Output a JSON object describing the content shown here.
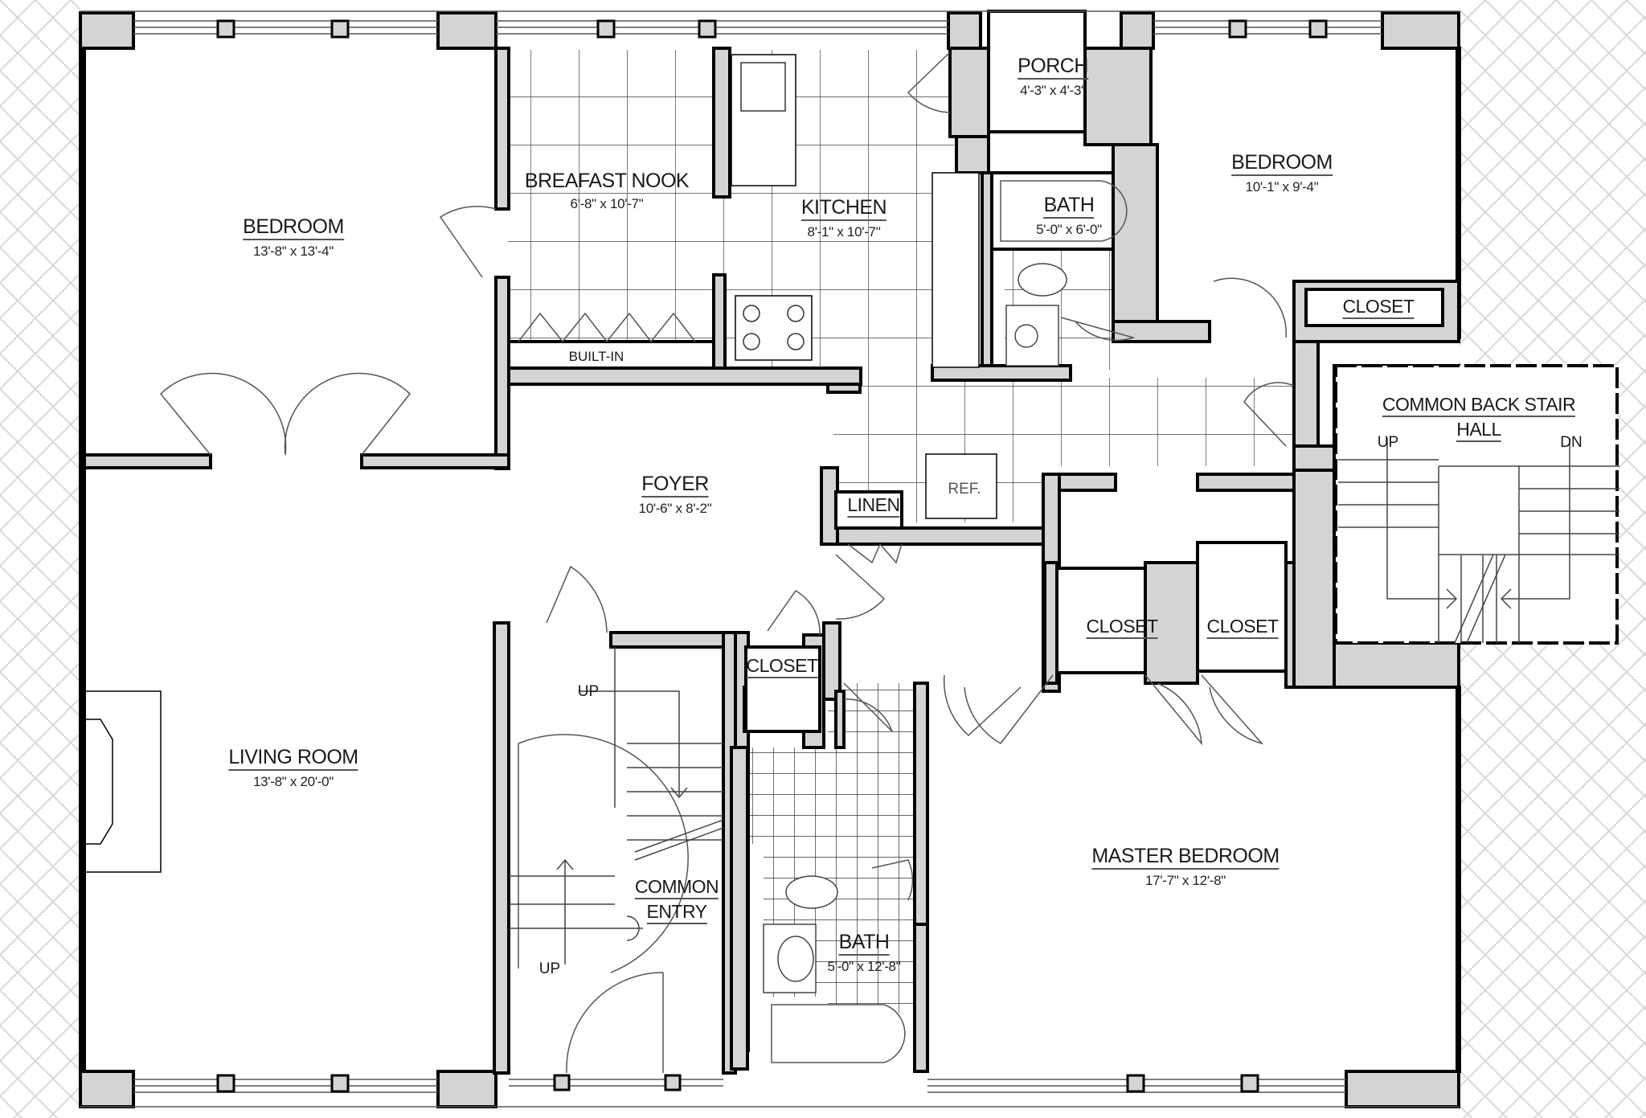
{
  "plan": {
    "colors": {
      "wall_fill": "#d4d4d4",
      "wall_stroke": "#000000",
      "hatch": "#d8d8d8",
      "tile": "#333333"
    },
    "rooms": [
      {
        "id": "bedroom-1",
        "name": "BEDROOM",
        "dims": "13'-8\" x 13'-4\""
      },
      {
        "id": "breakfast-nook",
        "name": "BREAFAST NOOK",
        "dims": "6'-8\" x 10'-7\""
      },
      {
        "id": "kitchen",
        "name": "KITCHEN",
        "dims": "8'-1\" x 10'-7\""
      },
      {
        "id": "porch",
        "name": "PORCH",
        "dims": "4'-3\" x 4'-3\""
      },
      {
        "id": "bath-1",
        "name": "BATH",
        "dims": "5'-0\" x 6'-0\""
      },
      {
        "id": "bedroom-2",
        "name": "BEDROOM",
        "dims": "10'-1\" x 9'-4\""
      },
      {
        "id": "foyer",
        "name": "FOYER",
        "dims": "10'-6\" x 8'-2\""
      },
      {
        "id": "living-room",
        "name": "LIVING ROOM",
        "dims": "13'-8\" x 20'-0\""
      },
      {
        "id": "bath-2",
        "name": "BATH",
        "dims": "5'-0\" x 12'-8\""
      },
      {
        "id": "master-bedroom",
        "name": "MASTER BEDROOM",
        "dims": "17'-7\" x 12'-8\""
      }
    ],
    "spaces": {
      "closet_bedroom2": "CLOSET",
      "common_back_stair_line1": "COMMON BACK STAIR",
      "common_back_stair_line2": "HALL",
      "linen": "LINEN",
      "closet_foyer": "CLOSET",
      "closet_master_left": "CLOSET",
      "closet_master_right": "CLOSET",
      "common_entry_line1": "COMMON",
      "common_entry_line2": "ENTRY"
    },
    "fixtures": {
      "built_in": "BUILT-IN",
      "refrigerator": "REF."
    },
    "stair_labels": {
      "back_up": "UP",
      "back_dn": "DN",
      "entry_up_top": "UP",
      "entry_up_bottom": "UP"
    }
  }
}
